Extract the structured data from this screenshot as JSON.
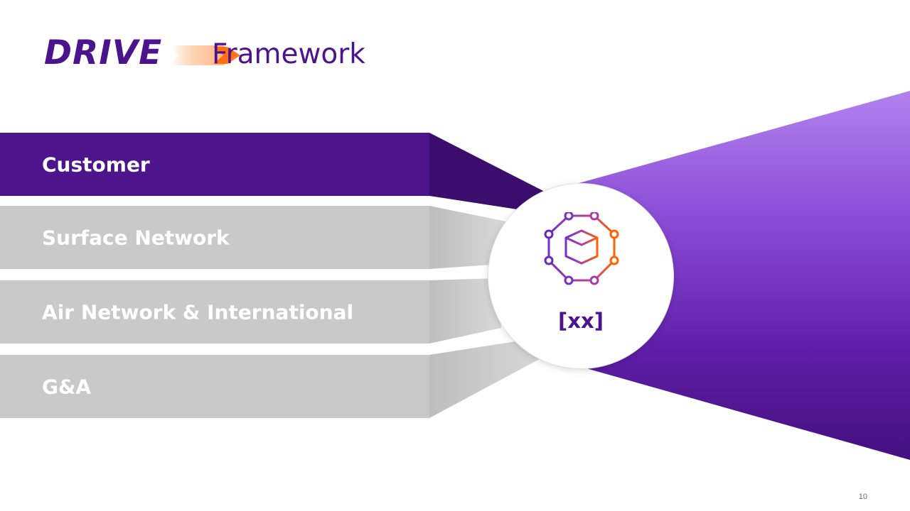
{
  "header": {
    "logo_text": "DRIVE",
    "title": "Framework"
  },
  "rows": [
    {
      "label": "Customer",
      "highlighted": true
    },
    {
      "label": "Surface Network",
      "highlighted": false
    },
    {
      "label": "Air Network & International",
      "highlighted": false
    },
    {
      "label": "G&A",
      "highlighted": false
    }
  ],
  "node": {
    "value": "[xx]",
    "icon": "package-network-icon"
  },
  "colors": {
    "purple": "#4d148c",
    "purple_light": "#a97ee6",
    "orange": "#ff6200",
    "grey": "#c9c9c9"
  },
  "page_number": "10"
}
